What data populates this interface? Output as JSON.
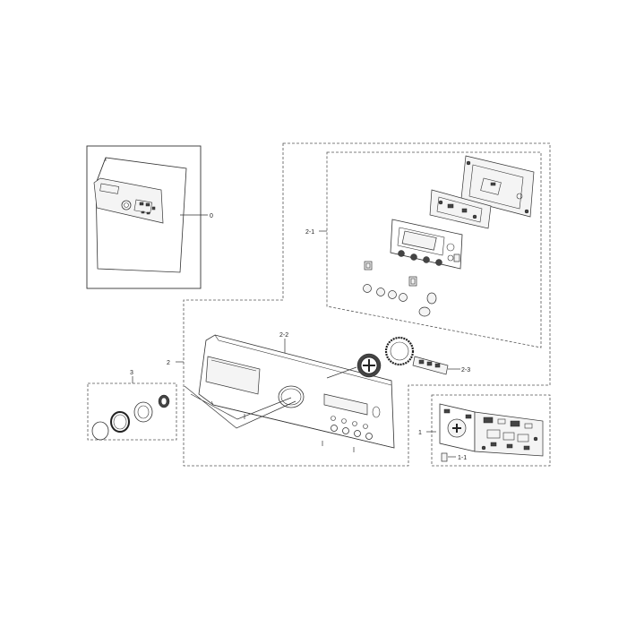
{
  "labels": {
    "assembly_0": "0",
    "assembly_2_1": "2-1",
    "assembly_2_2": "2-2",
    "assembly_2": "2",
    "assembly_3": "3",
    "assembly_2_3": "2-3",
    "assembly_1": "1",
    "assembly_1_1": "1-1"
  }
}
